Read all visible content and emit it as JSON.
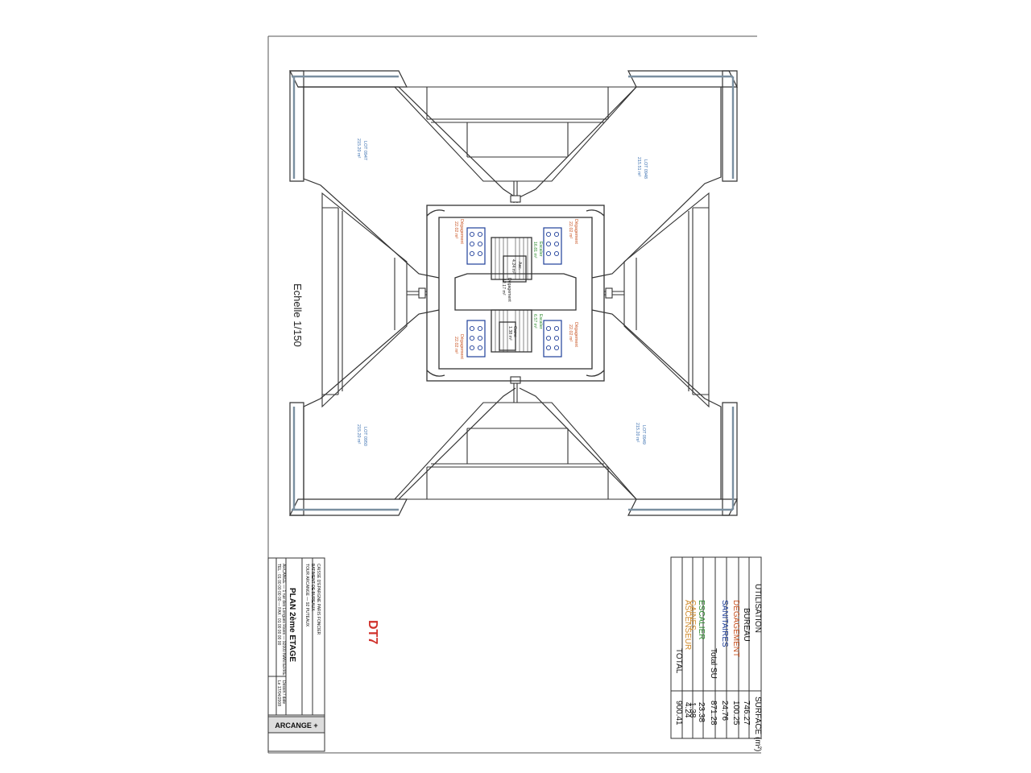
{
  "drawing": {
    "scale_label": "Echelle  1/150",
    "stamp": "DT7",
    "colors": {
      "lines": "#333333",
      "blue_fixtures": "#1f3f9a",
      "lot_text": "#3a6fb0",
      "degagement_text": "#c8501e",
      "escalier_text": "#2a8a2a"
    },
    "lots": [
      {
        "id": "LOT 0947",
        "area": "215.20 m²"
      },
      {
        "id": "LOT 0948",
        "area": "215.51 m²"
      },
      {
        "id": "LOT 0950",
        "area": "215.20 m²"
      },
      {
        "id": "LOT 0949",
        "area": "215.20 m²"
      }
    ],
    "core_rooms": {
      "deg_tl": {
        "name": "Dégagement",
        "area": "22.02 m²"
      },
      "deg_tr": {
        "name": "Dégagement",
        "area": "22.02 m²"
      },
      "deg_bl": {
        "name": "Dégagement",
        "area": "22.02 m²"
      },
      "deg_br": {
        "name": "Dégagement",
        "area": "22.02 m²"
      },
      "deg_center": {
        "name": "Dégagement",
        "area": "12.17 m²"
      },
      "stair_top": {
        "name": "Escalier",
        "area": "16.81 m²"
      },
      "stair_bot": {
        "name": "Escalier",
        "area": "6.57 m²"
      },
      "asc": {
        "name": "Asc.",
        "area": "4.24 m²"
      },
      "gaine": {
        "name": "Gaine",
        "area": "1.38 m²"
      }
    }
  },
  "title_block": {
    "title": "PLAN 2ème ETAGE",
    "logo": "ARCANGE +",
    "lines": [
      "CAISSE D'EPARGNE PARIS FONCIER",
      "BATIMENT DE BUREAUX",
      "TOUR ARCANGE — 92 PUTEAUX",
      "ARCANGE — 1 rue des Longues Raies — 92000 NANTERRE",
      "TEL : 01 00 00 00 00 — FAX : 01 00 00 00 00",
      "Dessin / date",
      "Le 17/04/2008"
    ]
  },
  "summary": {
    "header_label": "UTILISATION",
    "header_value": "SURFACE (m²)",
    "rows": [
      {
        "label": "BUREAU",
        "value": "746.27",
        "color": "#111111"
      },
      {
        "label": "DEGAGEMENT",
        "value": "100.25",
        "color": "#c8501e"
      },
      {
        "label": "SANITAIRES",
        "value": "24.76",
        "color": "#1f3f9a"
      },
      {
        "label": "Total SU",
        "value": "871.28",
        "color": "#111111"
      },
      {
        "label": "ESCALIER",
        "value": "23.38",
        "color": "#2a8a2a"
      },
      {
        "label": "GAINES",
        "value": "1.38",
        "color": "#d08a2a"
      },
      {
        "label": "ASCENSEUR",
        "value": "4.24",
        "color": "#d08a2a"
      },
      {
        "label": "TOTAL",
        "value": "900.41",
        "color": "#111111"
      }
    ]
  }
}
